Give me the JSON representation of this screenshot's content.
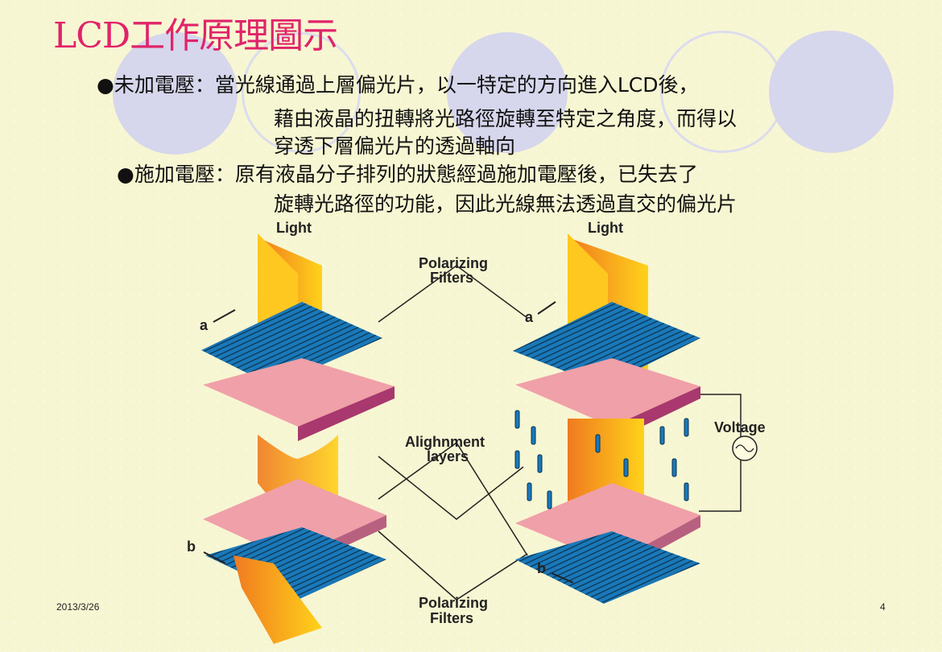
{
  "slide": {
    "title": "LCD工作原理圖示",
    "bullets": [
      {
        "lines": [
          "●未加電壓：當光線通過上層偏光片，以一特定的方向進入LCD後，",
          "藉由液晶的扭轉將光路徑旋轉至特定之角度，而得以",
          "穿透下層偏光片的透過軸向"
        ]
      },
      {
        "lines": [
          "●施加電壓：原有液晶分子排列的狀態經過施加電壓後，已失去了",
          "旋轉光路徑的功能，因此光線無法透過直交的偏光片"
        ]
      }
    ],
    "footer": {
      "date": "2013/3/26",
      "page_number": "4"
    }
  },
  "diagram": {
    "labels": {
      "light_left": "Light",
      "light_right": "Light",
      "polarizing_top": [
        "Polarizing",
        "Filters"
      ],
      "alignment": [
        "Alighnment",
        "layers"
      ],
      "polarizing_bottom": [
        "Polarizing",
        "Filters"
      ],
      "voltage": "Voltage",
      "a_left": "a",
      "a_right": "a",
      "b_left": "b",
      "b_right": "b"
    },
    "colors": {
      "title": "#e0246a",
      "filter": "#1a78b8",
      "alignment_layer": "#f0a0a8",
      "light": "#f7c21a",
      "background": "#f7f6d2"
    },
    "icons": [
      "ac-voltage-source-icon",
      "double-arrow-icon"
    ]
  }
}
